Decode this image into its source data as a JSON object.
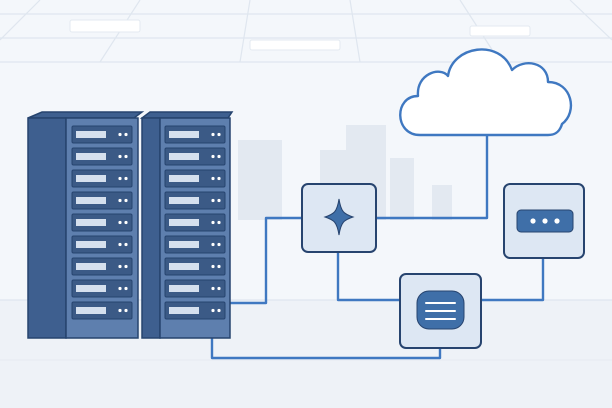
{
  "palette": {
    "background": "#f4f7fb",
    "ceiling_line": "#dfe6ef",
    "floor": "#eef2f7",
    "building_silhouette": "#e3e9f1",
    "rack_front": "#5e7fae",
    "rack_side": "#3e5f8f",
    "rack_outline": "#26446f",
    "server_slot": "#d5e0ee",
    "server_slot_dark": "#3b5a86",
    "led": "#ffffff",
    "connector_line": "#3f78c1",
    "node_fill": "#dde7f3",
    "node_outline": "#27446f",
    "icon_fill": "#3f6fa8",
    "cloud_fill": "#ffffff"
  },
  "icons": {
    "cloud": "cloud-icon",
    "sparkle_node": "sparkle-icon",
    "device_node": "three-dots-device-icon",
    "storage_node": "database-icon",
    "server_rack": "server-rack-icon"
  },
  "racks": [
    {
      "id": "rack-left",
      "units": 9
    },
    {
      "id": "rack-right",
      "units": 9
    }
  ]
}
